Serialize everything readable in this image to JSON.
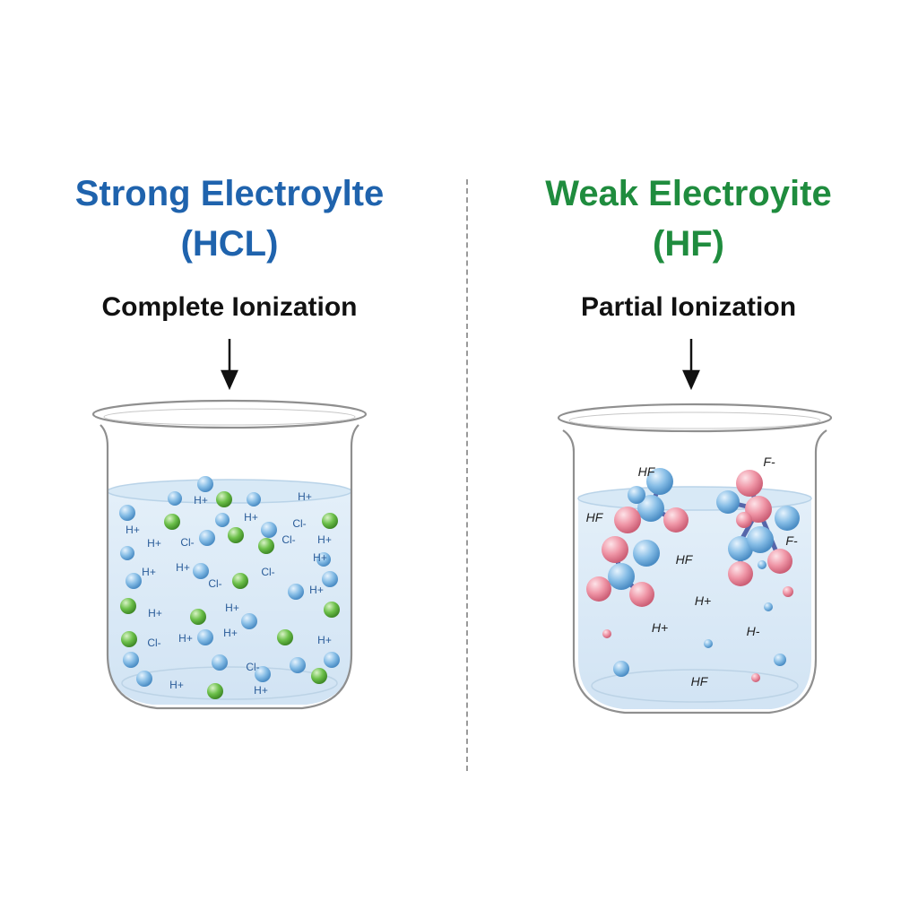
{
  "colors": {
    "strong": "#1f63ad",
    "weak": "#1f8c3e",
    "proton": "#7db6e3",
    "chloride": "#6cc04a",
    "fluorine": "#ef95a6",
    "bond": "#5566aa",
    "label_blue": "#2a5c99",
    "label_dark": "#222222"
  },
  "strong": {
    "title_line1": "Strong Electroylte",
    "title_line2": "(HCL)",
    "subtitle": "Complete Ionization",
    "labels": [
      "H+",
      "H+",
      "H+",
      "H+",
      "Cl-",
      "H+",
      "Cl-",
      "Cl-",
      "H+",
      "H+",
      "H+",
      "Cl-",
      "H+",
      "Cl-",
      "H+",
      "H+",
      "H+",
      "Cl-",
      "H+",
      "H+",
      "H+",
      "H+",
      "H+"
    ]
  },
  "weak": {
    "title_line1": "Weak Electroyite",
    "title_line2": "(HF)",
    "subtitle": "Partial Ionization",
    "labels": [
      "HF",
      "F-",
      "HF",
      "F-",
      "HF",
      "H+",
      "H+",
      "H-",
      "HF"
    ]
  }
}
